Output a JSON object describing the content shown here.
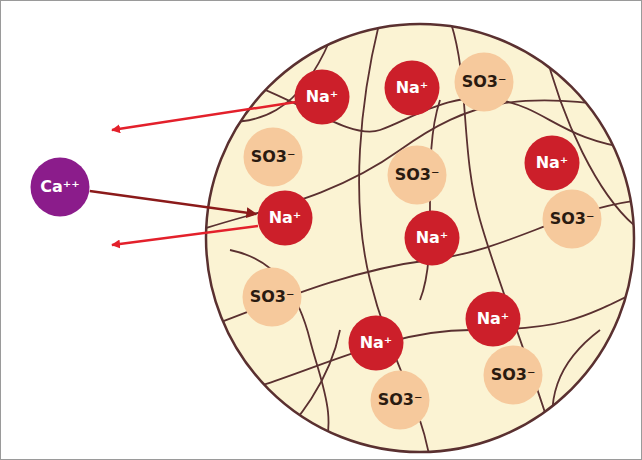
{
  "diagram": {
    "nodes": [
      {
        "text": [
          "Ca⁺⁺"
        ]
      },
      {
        "text": [
          "Na⁺"
        ]
      },
      {
        "text": [
          "Na⁺"
        ]
      },
      {
        "text": [
          "SO3⁻"
        ]
      },
      {
        "text": [
          "SO3⁻"
        ]
      },
      {
        "text": [
          "SO3⁻"
        ]
      },
      {
        "text": [
          "Na⁺"
        ]
      },
      {
        "text": [
          "Na⁺"
        ]
      },
      {
        "text": [
          "Na⁺"
        ]
      },
      {
        "text": [
          "SO3⁻"
        ]
      },
      {
        "text": [
          "SO3⁻"
        ]
      },
      {
        "text": [
          "Na⁺"
        ]
      },
      {
        "text": [
          "Na⁺"
        ]
      },
      {
        "text": [
          "SO3⁻"
        ]
      },
      {
        "text": [
          "SO3⁻"
        ]
      }
    ],
    "edges": [
      {
        "from": 0,
        "to": 7,
        "arrow": "to"
      }
    ]
  }
}
